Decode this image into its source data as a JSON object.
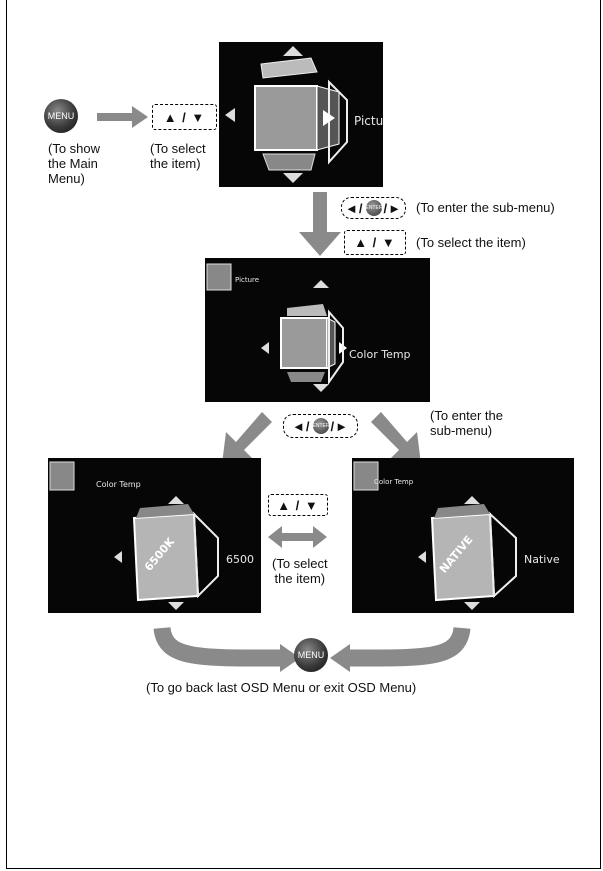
{
  "menu_button_label": "MENU",
  "enter_button_label": "ENTER",
  "up_down_keys": "▲ / ▼",
  "left_right_keys": "◄/  /►",
  "left_key": "◄",
  "right_key": "►",
  "captions": {
    "show_main_menu": "(To show\nthe Main\nMenu)",
    "select_item_1": "(To select\nthe item)",
    "enter_submenu_1": "(To enter the sub-menu)",
    "select_item_2": "(To select the item)",
    "enter_submenu_2": "(To enter the\nsub-menu)",
    "select_item_3": "(To select\nthe item)",
    "go_back": "(To go back last OSD Menu or exit OSD Menu)"
  },
  "screens": {
    "picture": {
      "label": "Picture"
    },
    "color_temp": {
      "header": "Picture",
      "label": "Color Temp"
    },
    "k6500": {
      "header": "Color Temp",
      "label": "6500",
      "cube_text": "6500K"
    },
    "native": {
      "header": "Color Temp",
      "label": "Native",
      "cube_text": "NATIVE"
    }
  },
  "colors": {
    "arrow": "#8a8a8a",
    "screen_bg": "#060606"
  }
}
